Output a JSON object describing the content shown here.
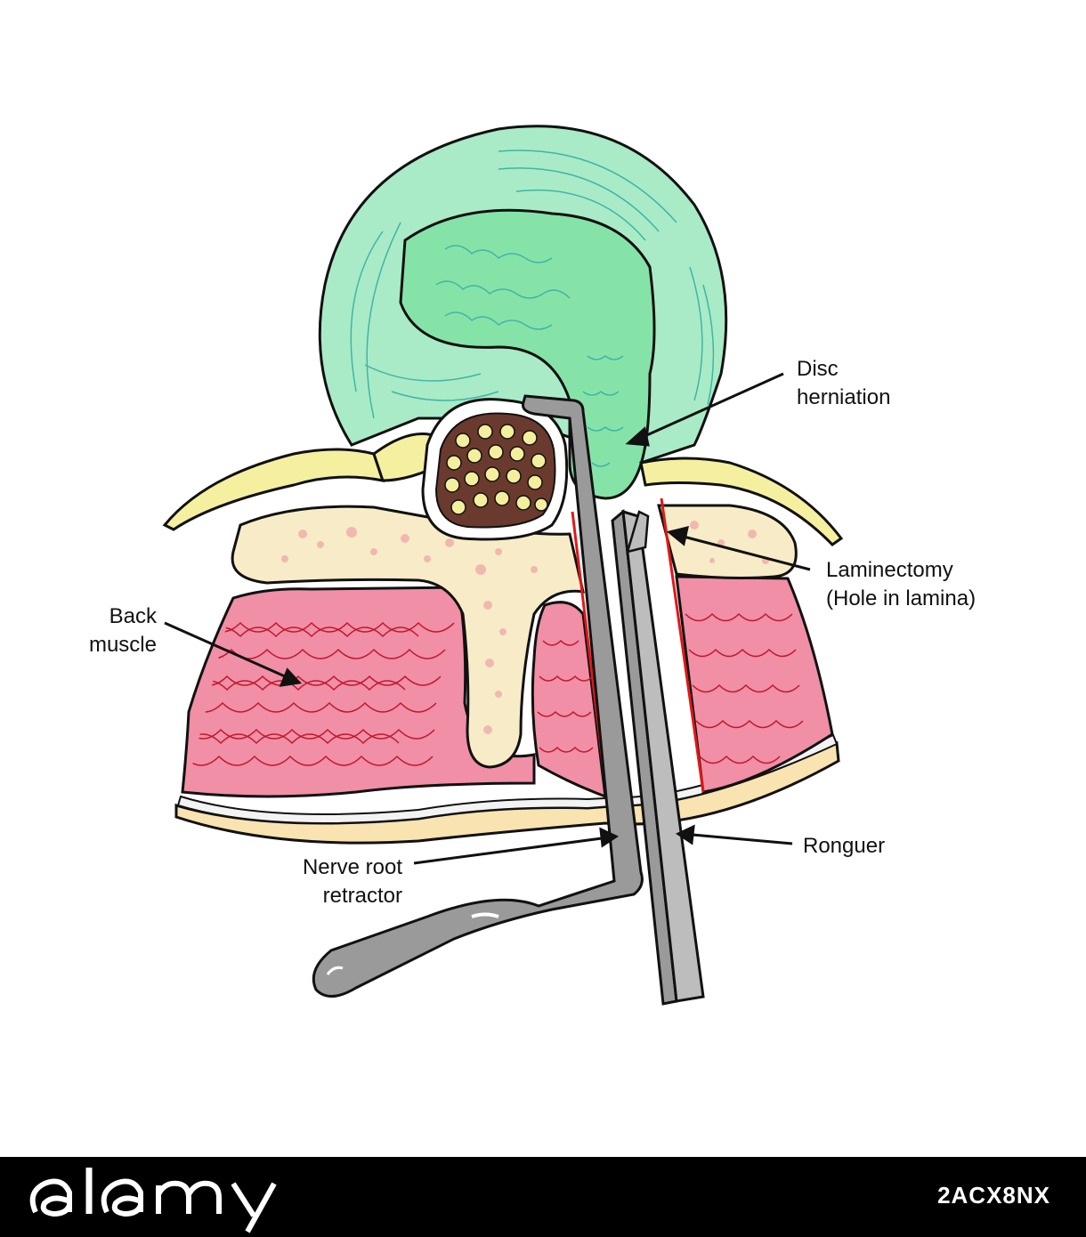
{
  "labels": {
    "disc_herniation_line1": "Disc",
    "disc_herniation_line2": "herniation",
    "laminectomy_line1": "Laminectomy",
    "laminectomy_line2": "(Hole in lamina)",
    "back_muscle_line1": "Back",
    "back_muscle_line2": "muscle",
    "retractor_line1": "Nerve root",
    "retractor_line2": "retractor",
    "ronguer": "Ronguer"
  },
  "watermark": {
    "brand": "alamy",
    "image_id": "2ACX8NX"
  },
  "colors": {
    "disc_outer": "#a9ebc6",
    "disc_inner": "#86e3a8",
    "disc_lines": "#3fb5a8",
    "nerve_yellow": "#f5f0a0",
    "bone": "#f8ecc8",
    "bone_spots": "#f1b8b0",
    "muscle": "#f08fa6",
    "muscle_lines": "#c0182a",
    "incision": "#e01818",
    "instrument": "#9a9a9a",
    "spinal_cord": "#6b3a2e",
    "nerve_fibers": "#f3ef9c",
    "skin": "#f9e3b0"
  }
}
